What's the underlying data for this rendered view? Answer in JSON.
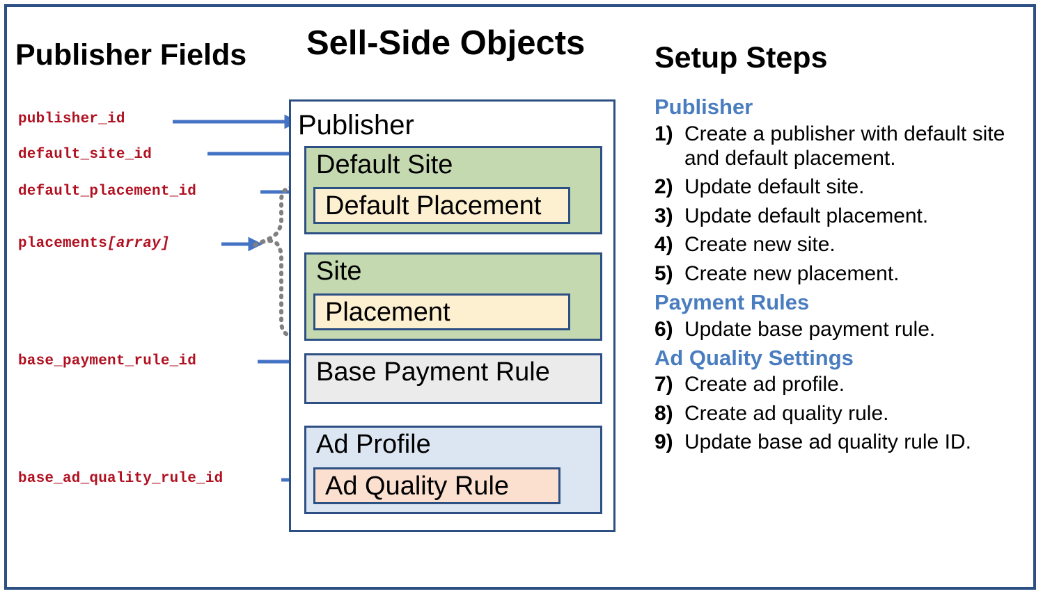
{
  "headings": {
    "left": "Publisher Fields",
    "center": "Sell-Side Objects",
    "right": "Setup Steps"
  },
  "publisher_fields": [
    {
      "name": "publisher_id",
      "array_suffix": ""
    },
    {
      "name": "default_site_id",
      "array_suffix": ""
    },
    {
      "name": "default_placement_id",
      "array_suffix": ""
    },
    {
      "name": "placements",
      "array_suffix": "[array]"
    },
    {
      "name": "base_payment_rule_id",
      "array_suffix": ""
    },
    {
      "name": "base_ad_quality_rule_id",
      "array_suffix": ""
    }
  ],
  "sell_side": {
    "root": "Publisher",
    "boxes": [
      {
        "label": "Default Site",
        "color": "#c5d9b1"
      },
      {
        "label": "Default Placement",
        "color": "#fdf0d1"
      },
      {
        "label": "Site",
        "color": "#c5d9b1"
      },
      {
        "label": "Placement",
        "color": "#fdf0d1"
      },
      {
        "label": "Base Payment Rule",
        "color": "#ebebeb"
      },
      {
        "label": "Ad Profile",
        "color": "#dce6f2"
      },
      {
        "label": "Ad Quality Rule",
        "color": "#fbe0d0"
      }
    ]
  },
  "setup_steps": {
    "groups": [
      {
        "title": "Publisher",
        "steps": [
          {
            "num": "1)",
            "text": "Create a publisher with default site and default placement."
          },
          {
            "num": "2)",
            "text": "Update default site."
          },
          {
            "num": "3)",
            "text": "Update default placement."
          },
          {
            "num": "4)",
            "text": "Create new site."
          },
          {
            "num": "5)",
            "text": "Create new placement."
          }
        ]
      },
      {
        "title": "Payment Rules",
        "steps": [
          {
            "num": "6)",
            "text": "Update base payment rule."
          }
        ]
      },
      {
        "title": "Ad Quality Settings",
        "steps": [
          {
            "num": "7)",
            "text": "Create ad profile."
          },
          {
            "num": "8)",
            "text": "Create ad quality rule."
          },
          {
            "num": "9)",
            "text": "Update base ad quality rule ID."
          }
        ]
      }
    ]
  },
  "colors": {
    "frame_border": "#2d5084",
    "field_text": "#b01020",
    "arrow": "#4472c4",
    "dotted_connector": "#808080",
    "group_title": "#4a7dc0"
  }
}
